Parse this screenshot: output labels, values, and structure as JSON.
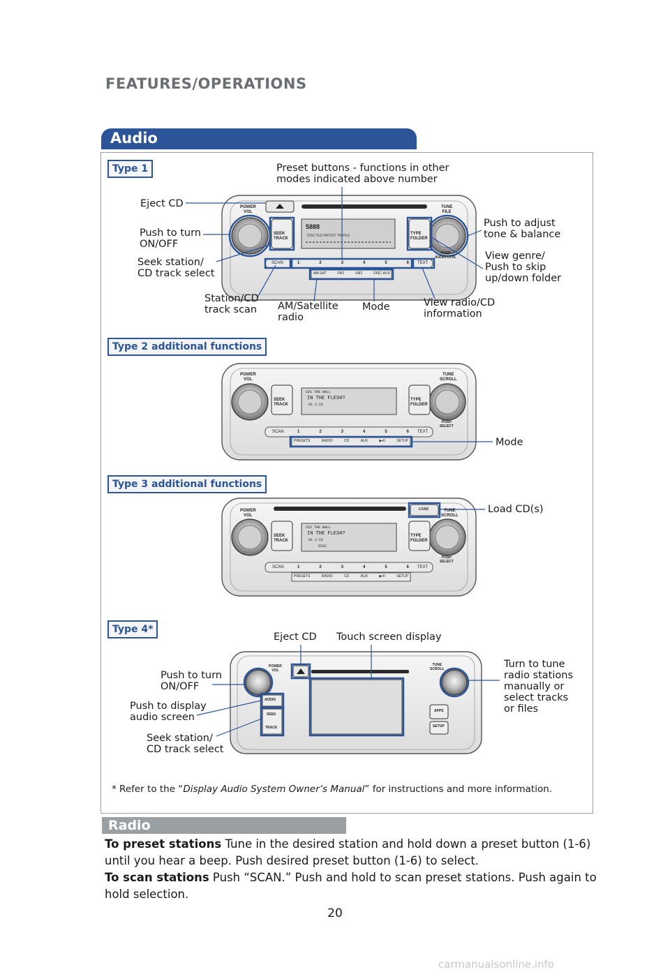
{
  "page": {
    "section_title": "FEATURES/OPERATIONS",
    "audio_heading": "Audio",
    "page_number": "20",
    "watermark": "carmanualsonline.info"
  },
  "type1": {
    "label": "Type 1",
    "callouts": {
      "preset_buttons": "Preset buttons - functions in other\nmodes indicated above number",
      "eject_cd": "Eject CD",
      "push_on_off": "Push to turn\nON/OFF",
      "seek_station": "Seek station/\nCD track select",
      "station_scan": "Station/CD\ntrack scan",
      "am_satellite": "AM/Satellite\nradio",
      "mode": "Mode",
      "view_radio_cd": "View radio/CD\ninformation",
      "tone_balance": "Push to adjust\ntone & balance",
      "view_genre": "View genre/\nPush to skip\nup/down folder"
    },
    "panel": {
      "power_vol": "POWER\nVOL",
      "seek_track": "SEEK\nTRACK",
      "type_folder": "TYPE\nFOLDER",
      "tune_file": "TUNE\nFILE",
      "push_audio_ctrl": "PUSH\nAUDIO CTRL",
      "scan": "SCAN",
      "text": "TEXT",
      "numbers": [
        "1",
        "2",
        "3",
        "4",
        "5",
        "6"
      ],
      "bands": [
        "AM·SAT",
        "FM1",
        "FM2",
        "DISC·AUX"
      ]
    }
  },
  "type2": {
    "label": "Type 2 additional functions",
    "callouts": {
      "mode": "Mode"
    },
    "panel": {
      "power_vol": "POWER\nVOL",
      "seek_track": "SEEK\nTRACK",
      "type_folder": "TYPE\nFOLDER",
      "tune_scroll": "TUNE\nSCROLL",
      "push_select": "PUSH\nSELECT",
      "scan": "SCAN",
      "text": "TEXT",
      "numbers": [
        "1",
        "2",
        "3",
        "4",
        "5",
        "6"
      ],
      "modes": [
        "PRESETS",
        "RADIO",
        "CD",
        "AUX",
        "▶•II",
        "SETUP"
      ],
      "display_line1": "CD1  THE  WALL",
      "display_line2": "IN  THE  FLESH?",
      "display_line3": "01  1:15"
    }
  },
  "type3": {
    "label": "Type 3 additional functions",
    "callouts": {
      "load_cd": "Load CD(s)"
    },
    "panel": {
      "power_vol": "POWER\nVOL",
      "seek_track": "SEEK\nTRACK",
      "type_folder": "TYPE\nFOLDER",
      "tune_scroll": "TUNE\nSCROLL",
      "push_select": "PUSH\nSELECT",
      "load": "LOAD",
      "scan": "SCAN",
      "text": "TEXT",
      "numbers": [
        "1",
        "2",
        "3",
        "4",
        "5",
        "6"
      ],
      "modes": [
        "PRESETS",
        "RADIO",
        "CD",
        "AUX",
        "▶•II",
        "SETUP"
      ],
      "display_line1": "CD1  THE  WALL",
      "display_line2": "IN  THE  FLESH?",
      "display_line3": "01  1:15",
      "display_line4": "DISC"
    }
  },
  "type4": {
    "label": "Type 4*",
    "callouts": {
      "eject_cd": "Eject CD",
      "touch_screen": "Touch screen display",
      "push_on_off": "Push to turn\nON/OFF",
      "push_display": "Push to display\naudio screen",
      "seek_station": "Seek station/\nCD track select",
      "turn_to_tune": "Turn to tune\nradio stations\nmanually or\nselect tracks\nor files"
    },
    "panel": {
      "power_vol": "POWER\nVOL",
      "audio": "AUDIO",
      "seek": "SEEK",
      "track": "TRACK",
      "tune_scroll": "TUNE\nSCROLL",
      "apps": "APPS",
      "setup": "SETUP"
    }
  },
  "footnote": {
    "prefix": "* Refer to the “",
    "manual": "Display Audio System Owner’s Manual",
    "suffix": "” for instructions and more information."
  },
  "radio": {
    "heading": "Radio",
    "preset_title": "To preset stations",
    "preset_text": " Tune in the desired station and hold down a preset button (1-6) until you hear a beep. Push desired preset button (1-6) to select.",
    "scan_title": "To scan stations",
    "scan_text": " Push “SCAN.” Push and hold to scan preset stations. Push again to hold selection."
  },
  "colors": {
    "accent_blue": "#2b5598",
    "radio_gray": "#9a9fa4",
    "title_gray": "#6b6f73"
  }
}
